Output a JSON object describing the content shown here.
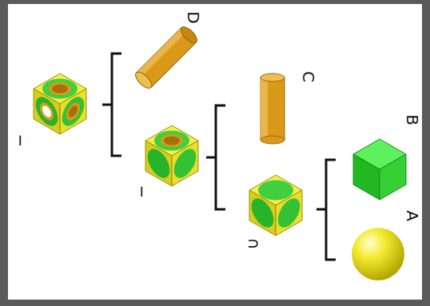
{
  "diagram": {
    "labels": [
      "−",
      "D",
      "−",
      "C",
      "∩",
      "B",
      "A"
    ]
  }
}
